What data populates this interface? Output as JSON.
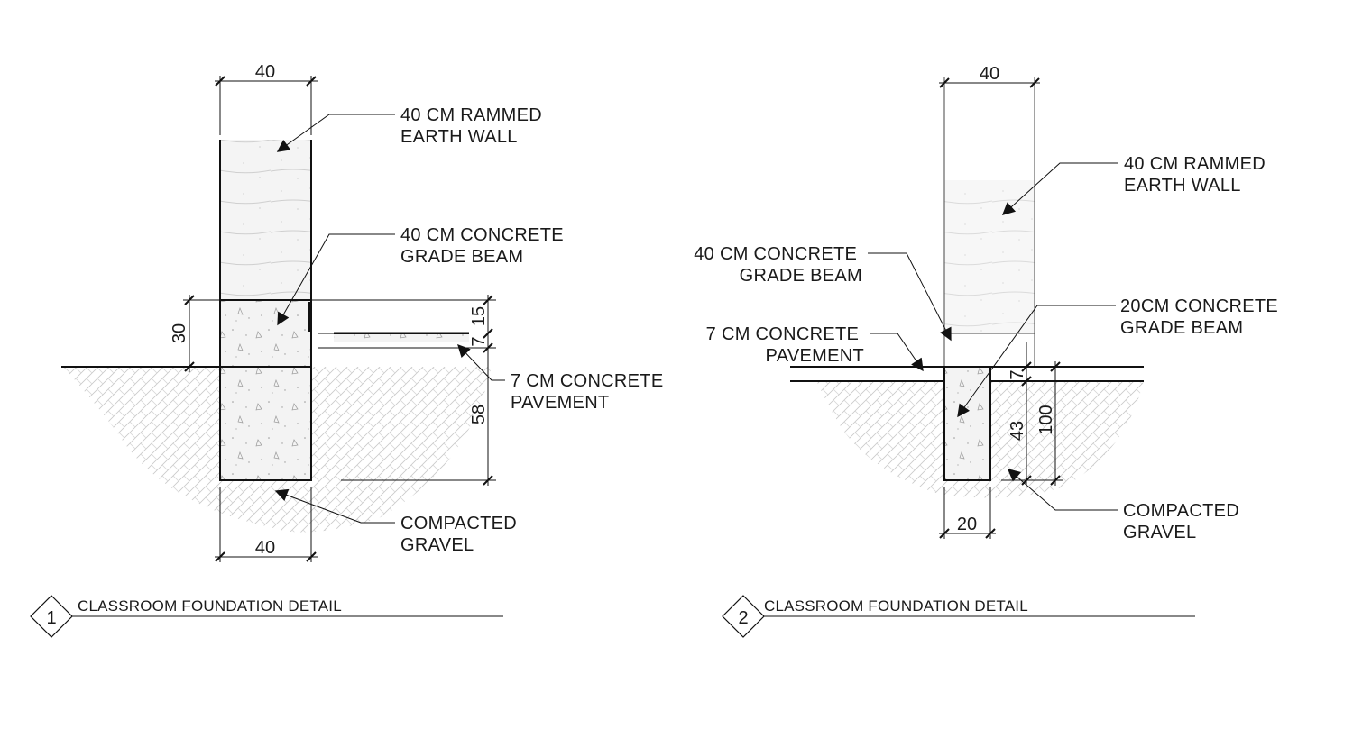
{
  "details": [
    {
      "number": "1",
      "title": "CLASSROOM FOUNDATION DETAIL",
      "dimensions": {
        "wall_width_top": "40",
        "grade_beam_height": "30",
        "pavement_offset": "15",
        "pavement_thickness": "7",
        "footing_depth": "58",
        "footing_width_bottom": "40"
      },
      "notes": {
        "wall": [
          "40 CM RAMMED",
          "EARTH WALL"
        ],
        "grade_beam": [
          "40 CM CONCRETE",
          "GRADE BEAM"
        ],
        "pavement": [
          "7 CM CONCRETE",
          "PAVEMENT"
        ],
        "gravel": [
          "COMPACTED",
          "GRAVEL"
        ]
      }
    },
    {
      "number": "2",
      "title": "CLASSROOM FOUNDATION DETAIL",
      "dimensions": {
        "wall_width_top": "40",
        "pavement_thickness": "7",
        "beam_depth": "43",
        "total_depth": "100",
        "beam_width_bottom": "20"
      },
      "notes": {
        "wall": [
          "40 CM RAMMED",
          "EARTH WALL"
        ],
        "grade_beam_40": [
          "40 CM CONCRETE",
          "GRADE BEAM"
        ],
        "grade_beam_20": [
          "20CM CONCRETE",
          "GRADE BEAM"
        ],
        "pavement": [
          "7 CM CONCRETE",
          "PAVEMENT"
        ],
        "gravel": [
          "COMPACTED",
          "GRAVEL"
        ]
      }
    }
  ]
}
